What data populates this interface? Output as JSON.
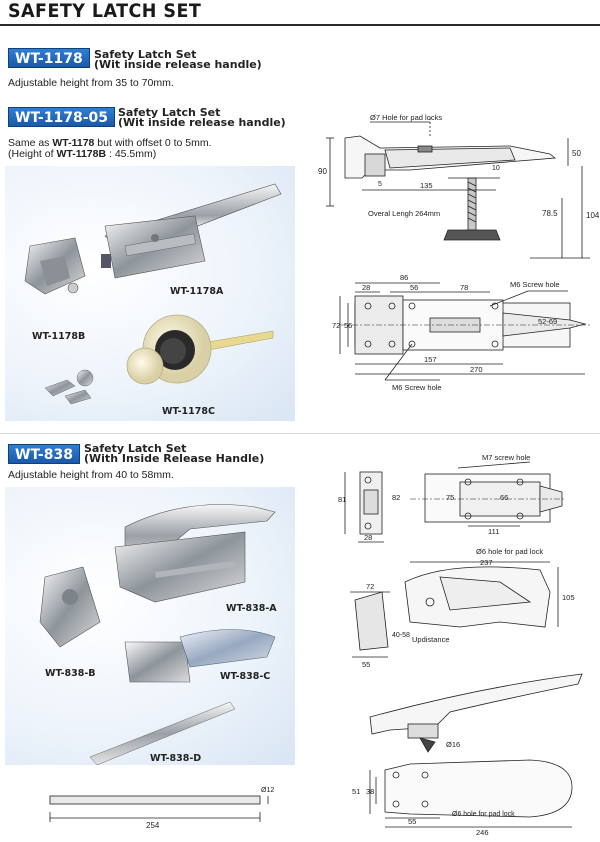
{
  "page": {
    "title": "SAFETY LATCH SET"
  },
  "sections": [
    {
      "code": "WT-1178",
      "title_line1": "Safety Latch Set",
      "title_line2": "(Wit inside release handle)",
      "desc": "Adjustable height from 35 to 70mm."
    },
    {
      "code": "WT-1178-05",
      "title_line1": "Safety Latch Set",
      "title_line2": "(Wit inside release handle)",
      "desc1_pre": "Same as ",
      "desc1_bold": "WT-1178",
      "desc1_post": " but with offset 0 to 5mm.",
      "desc2_pre": "(Height of ",
      "desc2_bold": "WT-1178B",
      "desc2_post": " : 45.5mm)",
      "parts": [
        "WT-1178A",
        "WT-1178B",
        "WT-1178C"
      ]
    },
    {
      "code": "WT-838",
      "title_line1": "Safety Latch Set",
      "title_line2": "(With Inside Release Handle)",
      "desc": "Adjustable height from 40 to 58mm.",
      "parts": [
        "WT-838-A",
        "WT-838-B",
        "WT-838-C",
        "WT-838-D"
      ]
    }
  ],
  "drawing1178": {
    "top_note": "Ø7 Hole for pad locks",
    "d50": "50",
    "d90": "90",
    "d5": "5",
    "d10": "10",
    "d135": "135",
    "d785": "78.5",
    "d104": "104",
    "overall": "Overal Lengh 264mm",
    "m6_top": "M6 Screw hole",
    "m6_bottom": "M6 Screw hole",
    "d86": "86",
    "d28": "28",
    "d56": "56",
    "d78": "78",
    "d72": "72",
    "d56b": "56",
    "d5269": "52-69",
    "d157": "157",
    "d270": "270"
  },
  "drawing838": {
    "m7": "M7 screw hole",
    "d81": "81",
    "d82": "82",
    "d75": "75",
    "d66": "66",
    "d28": "28",
    "d111": "111",
    "pad_lock_top": "Ø6 hole for pad lock",
    "d237": "237",
    "d72": "72",
    "d105": "105",
    "d4058": "40-58",
    "d55": "55",
    "updistance": "Updistance",
    "d16": "Ø16",
    "d51": "51",
    "d38": "38",
    "d55b": "55",
    "pad_lock_bottom": "Ø6 hole for pad lock",
    "d246": "246"
  },
  "drawingRod": {
    "d254": "254",
    "d12": "Ø12"
  }
}
